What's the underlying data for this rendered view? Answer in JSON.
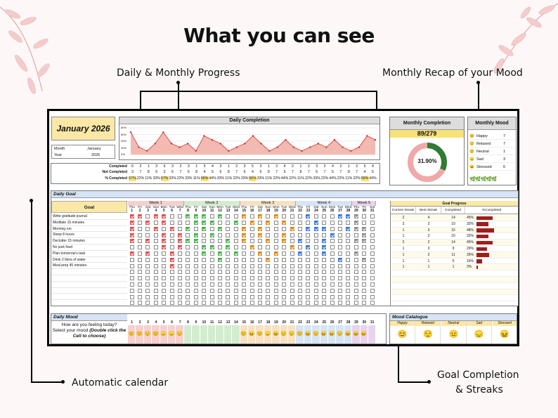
{
  "page_title": "What you can see",
  "callouts": {
    "daily_monthly": "Daily & Monthly Progress",
    "mood_recap": "Monthly Recap of your Mood",
    "calendar": "Automatic calendar",
    "goal_line1": "Goal Completion",
    "goal_line2": "& Streaks"
  },
  "month_card": {
    "title": "January 2026",
    "month_label": "Month",
    "month_value": "January",
    "year_label": "Year",
    "year_value": "2026"
  },
  "daily_completion": {
    "title": "Daily Completion",
    "y_ticks": [
      "80%",
      "60%",
      "40%",
      "20%",
      "0%"
    ],
    "chart_data": {
      "type": "area",
      "ylim": [
        0,
        80
      ],
      "values": [
        67,
        22,
        11,
        33,
        67,
        33,
        22,
        33,
        11,
        56,
        44,
        33,
        11,
        22,
        33,
        56,
        33,
        11,
        22,
        44,
        22,
        11,
        22,
        33,
        22,
        44,
        22,
        11,
        22,
        56,
        44
      ]
    }
  },
  "stats": {
    "labels": {
      "completed": "Completed",
      "not_completed": "Not Completed",
      "pct": "% Completed"
    },
    "completed": [
      "6",
      "2",
      "1",
      "3",
      "6",
      "3",
      "2",
      "3",
      "1",
      "5",
      "4",
      "3",
      "1",
      "2",
      "3",
      "5",
      "3",
      "1",
      "2",
      "4",
      "2",
      "1",
      "2",
      "3",
      "2",
      "4",
      "2",
      "1",
      "2",
      "5",
      "4"
    ],
    "not_completed": [
      "3",
      "7",
      "8",
      "6",
      "3",
      "6",
      "7",
      "6",
      "8",
      "4",
      "5",
      "6",
      "8",
      "7",
      "6",
      "4",
      "6",
      "8",
      "7",
      "5",
      "7",
      "8",
      "7",
      "6",
      "7",
      "5",
      "7",
      "8",
      "7",
      "4",
      "5"
    ],
    "pct": [
      "67%",
      "22%",
      "11%",
      "33%",
      "67%",
      "33%",
      "22%",
      "33%",
      "11%",
      "56%",
      "44%",
      "33%",
      "11%",
      "22%",
      "33%",
      "56%",
      "33%",
      "11%",
      "22%",
      "44%",
      "22%",
      "11%",
      "22%",
      "33%",
      "22%",
      "44%",
      "22%",
      "11%",
      "22%",
      "56%",
      "44%"
    ]
  },
  "monthly_completion": {
    "title": "Monthly Completion",
    "count": "89/279",
    "percent_label": "31.90%",
    "chart_data": {
      "type": "pie",
      "values": [
        31.9,
        68.1
      ]
    }
  },
  "monthly_mood": {
    "title": "Monthly Mood",
    "items": [
      {
        "emoji": "😊",
        "label": "Happy",
        "count": "7"
      },
      {
        "emoji": "😌",
        "label": "Relaxed",
        "count": "7"
      },
      {
        "emoji": "😐",
        "label": "Neutral",
        "count": "1"
      },
      {
        "emoji": "😞",
        "label": "Sad",
        "count": "3"
      },
      {
        "emoji": "😖",
        "label": "Stressed",
        "count": "6"
      }
    ]
  },
  "daily_goal": {
    "title": "Daily Goal",
    "goal_header": "Goal",
    "weeks": [
      "Week 1",
      "Week 2",
      "Week 3",
      "Week 4",
      "Week 5"
    ],
    "day_names": [
      "Thu",
      "Fri",
      "Sat",
      "Sun",
      "Mon",
      "Tue",
      "Wed",
      "Thu",
      "Fri",
      "Sat",
      "Sun",
      "Mon",
      "Tue",
      "Wed",
      "Thu",
      "Fri",
      "Sat",
      "Sun",
      "Mon",
      "Tue",
      "Wed",
      "Thu",
      "Fri",
      "Sat",
      "Sun",
      "Mon",
      "Tue",
      "Wed",
      "Thu",
      "Fri",
      "Sat"
    ],
    "day_numbers": [
      "1",
      "2",
      "3",
      "4",
      "5",
      "6",
      "7",
      "8",
      "9",
      "10",
      "11",
      "12",
      "13",
      "14",
      "15",
      "16",
      "17",
      "18",
      "19",
      "20",
      "21",
      "22",
      "23",
      "24",
      "25",
      "26",
      "27",
      "28",
      "29",
      "30",
      "31"
    ],
    "goals": [
      "Write gratitude journal",
      "Meditate 15 minutes",
      "Morning run",
      "Sleep 8 hours",
      "Declutter 15 minutes",
      "No junk food",
      "Plan tomorrow's task",
      "Drink 2 liters of water",
      "Meal prep 45 minutes"
    ]
  },
  "goal_progress": {
    "title": "Goal Progress",
    "headers": [
      "Current Streak",
      "Best Streak",
      "Completed",
      "%Completed"
    ],
    "rows": [
      {
        "current": "2",
        "best": "4",
        "completed": "14",
        "pct": "45%",
        "value": 45
      },
      {
        "current": "2",
        "best": "3",
        "completed": "10",
        "pct": "32%",
        "value": 32
      },
      {
        "current": "1",
        "best": "3",
        "completed": "15",
        "pct": "48%",
        "value": 48
      },
      {
        "current": "1",
        "best": "3",
        "completed": "10",
        "pct": "32%",
        "value": 32
      },
      {
        "current": "2",
        "best": "2",
        "completed": "14",
        "pct": "45%",
        "value": 45
      },
      {
        "current": "1",
        "best": "3",
        "completed": "9",
        "pct": "29%",
        "value": 29
      },
      {
        "current": "1",
        "best": "2",
        "completed": "11",
        "pct": "35%",
        "value": 35
      },
      {
        "current": "1",
        "best": "1",
        "completed": "5",
        "pct": "16%",
        "value": 16
      },
      {
        "current": "1",
        "best": "1",
        "completed": "1",
        "pct": "3%",
        "value": 3
      }
    ]
  },
  "daily_mood": {
    "title": "Daily Mood",
    "question": "How are you feeling today?",
    "instruction_a": "Select your mood ",
    "instruction_b": "(Double click the Cell to choose)",
    "moods": [
      "😊",
      "😊",
      "😌",
      "😊",
      "😞",
      "😞",
      "😌",
      "",
      "",
      "",
      "",
      "",
      "",
      "",
      "😊",
      "😖",
      "😊",
      "😞",
      "😖",
      "😌",
      "😌",
      "😊",
      "😖",
      "😌",
      "😖",
      "😖",
      "😌",
      "😖",
      "😖",
      "😖",
      ""
    ]
  },
  "mood_catalogue": {
    "title": "Mood Catalogue",
    "items": [
      {
        "label": "Happy",
        "emoji": "😊"
      },
      {
        "label": "Relaxed",
        "emoji": "😌"
      },
      {
        "label": "Neutral",
        "emoji": "😐"
      },
      {
        "label": "Sad",
        "emoji": "😞"
      },
      {
        "label": "Stressed",
        "emoji": "😖"
      }
    ]
  },
  "colors": {
    "accent_red": "#e05050",
    "chart_fill": "#f2b3a8",
    "week_header": "#f6d0d0",
    "highlight": "#f7e27a",
    "donut_green": "#2e7d32",
    "donut_pink": "#f0a8a8",
    "bar": "#a01d1d"
  }
}
